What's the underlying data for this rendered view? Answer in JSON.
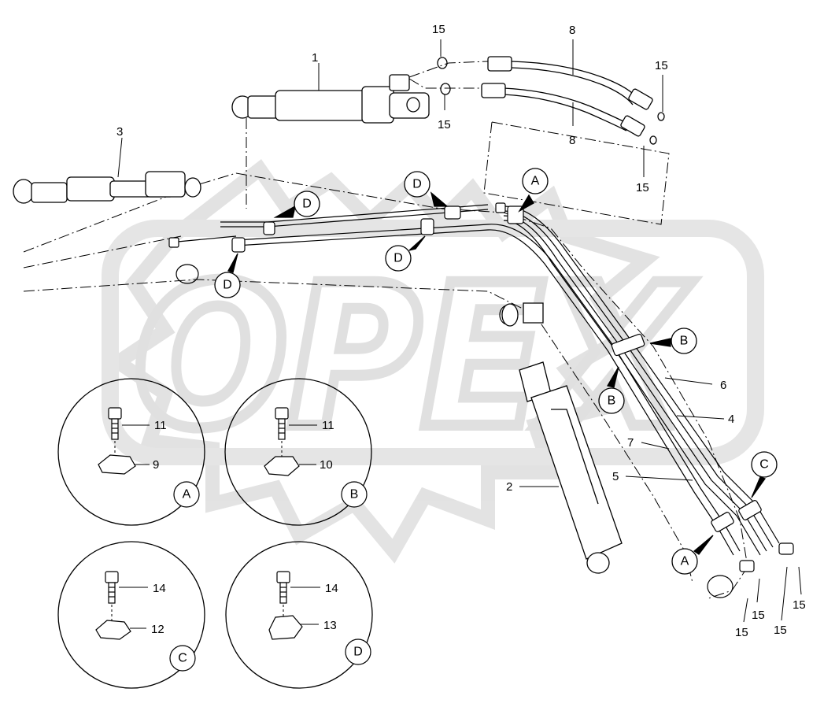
{
  "watermark": "OPEX",
  "labels": {
    "l1": "1",
    "l2": "2",
    "l3": "3",
    "l4": "4",
    "l5": "5",
    "l6": "6",
    "l7": "7",
    "l8a": "8",
    "l8b": "8",
    "l9": "9",
    "l10": "10",
    "l11a": "11",
    "l11b": "11",
    "l12": "12",
    "l13": "13",
    "l14a": "14",
    "l14b": "14",
    "l15a": "15",
    "l15b": "15",
    "l15c": "15",
    "l15d": "15",
    "l15e": "15",
    "l15f": "15",
    "l15g": "15",
    "l15h": "15"
  },
  "callouts": {
    "a1": "A",
    "a2": "A",
    "b1": "B",
    "b2": "B",
    "c1": "C",
    "d1": "D",
    "d2": "D",
    "d3": "D",
    "d4": "D"
  },
  "details": {
    "A": "A",
    "B": "B",
    "C": "C",
    "D": "D"
  },
  "colors": {
    "line": "#000000",
    "watermark": "#d9d9d9"
  }
}
